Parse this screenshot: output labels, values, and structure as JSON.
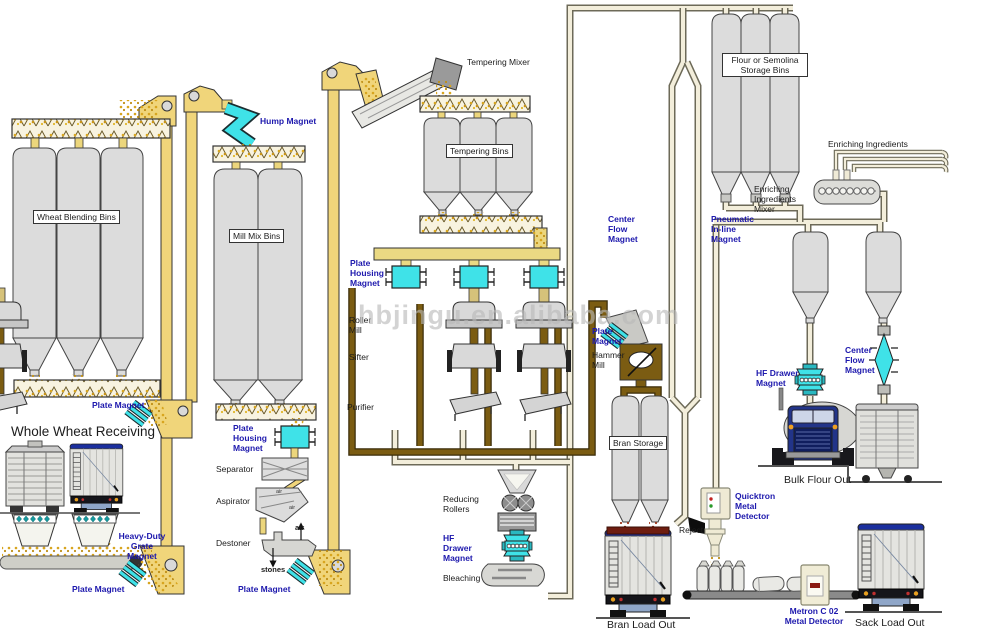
{
  "diagram": {
    "watermark": "hbjingu.en.alibaba.com",
    "colors": {
      "magnet_cyan": "#3fe2e8",
      "label_blue": "#1d18ad",
      "conveyor_yellow": "#f0d57a",
      "pipe_cream": "#f3eedb",
      "pipe_brown": "#7b5c12",
      "bin_gray": "#dcdcdc",
      "grain_gold": "#d8a51f",
      "bran_red": "#8a2a16"
    },
    "labels": {
      "wheat_blending_bins": "Wheat Blending Bins",
      "hump_magnet": "Hump Magnet",
      "mill_mix_bins": "Mill Mix Bins",
      "tempering_mixer": "Tempering Mixer",
      "tempering_bins": "Tempering Bins",
      "plate_housing_magnet_mills": "Plate\nHousing\nMagnet",
      "roller_mill": "Roller\nMill",
      "sifter": "Sifter",
      "purifier": "Purifier",
      "plate_magnet_hammer": "Plate\nMagnet",
      "hammer_mill": "Hammer\nMill",
      "center_flow_magnet_left": "Center\nFlow\nMagnet",
      "pneumatic_inline_magnet": "Pneumatic\nIn-line\nMagnet",
      "flour_semolina_bins": "Flour or Semolina\nStorage Bins",
      "enriching_ingredients": "Enriching Ingredients",
      "enriching_ingredients_mixer": "Enriching\nIngredients\nMixer",
      "hf_drawer_magnet_right": "HF Drawer\nMagnet",
      "center_flow_magnet_right": "Center\nFlow\nMagnet",
      "bran_storage": "Bran Storage",
      "bulk_flour_out": "Bulk Flour Out",
      "whole_wheat_receiving": "Whole Wheat Receiving",
      "heavy_duty_grate_magnet": "Heavy-Duty\nGrate Magnet",
      "plate_magnet_blend": "Plate Magnet",
      "plate_magnet_receiving": "Plate Magnet",
      "plate_housing_magnet_cleaning": "Plate\nHousing\nMagnet",
      "separator": "Separator",
      "aspirator": "Aspirator",
      "destoner": "Destoner",
      "stones": "stones",
      "air": "air",
      "air_top": "air",
      "air_side": "air",
      "plate_magnet_destoner": "Plate Magnet",
      "reducing_rollers": "Reducing\nRollers",
      "hf_drawer_magnet_bleaching": "HF\nDrawer\nMagnet",
      "bleaching": "Bleaching",
      "bran_load_out": "Bran Load Out",
      "quicktron_metal_detector": "Quicktron\nMetal\nDetector",
      "reject": "Reject",
      "metron_metal_detector": "Metron C 02\nMetal Detector",
      "sack_load_out": "Sack Load Out"
    }
  }
}
